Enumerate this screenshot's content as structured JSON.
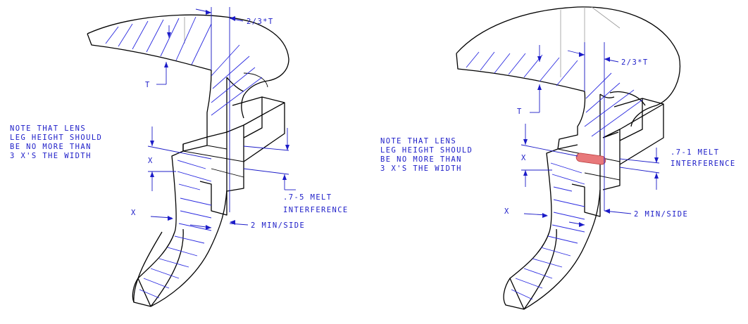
{
  "left_figure": {
    "note_lines": [
      "NOTE THAT LENS",
      "LEG HEIGHT SHOULD",
      "BE  NO MORE THAN",
      "3  X'S THE WIDTH"
    ],
    "label_t_fraction": "2/3*T",
    "label_t": "T",
    "label_x_upper": "X",
    "label_x_lower": "X",
    "melt_line1": ".7-5 MELT",
    "melt_line2": "INTERFERENCE",
    "min_side": "2 MIN/SIDE"
  },
  "right_figure": {
    "note_lines": [
      "NOTE THAT LENS",
      "LEG HEIGHT SHOULD",
      "BE  NO MORE THAN",
      "3  X'S THE WIDTH"
    ],
    "label_t_fraction": "2/3*T",
    "label_t": "T",
    "label_x_upper": "X",
    "label_x_lower": "X",
    "melt_line1": ".7-1 MELT",
    "melt_line2": "INTERFERENCE",
    "min_side": "2 MIN/SIDE",
    "highlight_color": "#e8787a"
  },
  "colors": {
    "dimension_blue": "#1c1cc8",
    "hatch_blue": "#2a2ae0",
    "outline": "#000000"
  }
}
